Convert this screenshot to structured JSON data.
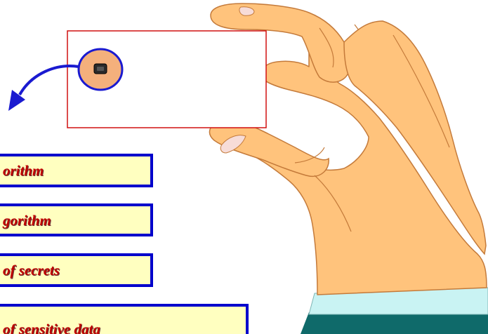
{
  "colors": {
    "box_fill": "#ffffc0",
    "box_border": "#0000cc",
    "label_text": "#c00000",
    "card_border": "#d01010",
    "chip_fill": "#f4b07c",
    "chip_ring": "#1a1ad0",
    "arrow": "#1a1ad0",
    "skin": "#ffc37c",
    "skin_outline": "#c47a3a",
    "nail": "#f7dcd8",
    "cuff": "#c9f3f3",
    "sleeve": "#0f6a6a"
  },
  "icons": {
    "card_chip": "chip-icon",
    "arrow": "curved-arrow-icon",
    "hand": "hand-illustration"
  },
  "labels": [
    {
      "id": "label-1",
      "text": "orithm"
    },
    {
      "id": "label-2",
      "text": "gorithm"
    },
    {
      "id": "label-3",
      "text": "of secrets"
    },
    {
      "id": "label-4",
      "text": "of  sensitive data"
    }
  ]
}
